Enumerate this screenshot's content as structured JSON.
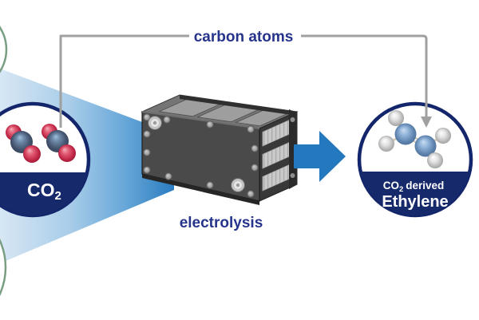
{
  "diagram": {
    "carbon_atoms_label": "carbon atoms",
    "electrolysis_label": "electrolysis",
    "co2_label": {
      "main": "CO",
      "sub": "2"
    },
    "ethylene_label": {
      "line1_main": "CO",
      "line1_sub": "2",
      "line1_rest": "derived",
      "line2": "Ethylene"
    }
  },
  "colors": {
    "navy_fill": "#16296B",
    "navy_border": "#14266B",
    "text_navy": "#26348C",
    "white_text": "#FFFFFF",
    "arrow_blue": "#2478BE",
    "line_gray": "#A0A0A0",
    "funnel_light": "#D7E7F4",
    "funnel_dark": "#2A7CC1",
    "green_arc": "#7A9E82"
  },
  "icons": {
    "flow-funnel": "converging light-blue beam",
    "co2-molecule": "space-filling CO2 molecule (red O, blue C)",
    "ethylene-molecule": "ball-and-stick C2H4 molecule",
    "electrolyzer-stack": "dark gray electrolyzer cell stack",
    "flow-arrow-icon": "large blue right arrow",
    "arrow-down-icon": "gray down arrow tracking carbon atoms"
  }
}
